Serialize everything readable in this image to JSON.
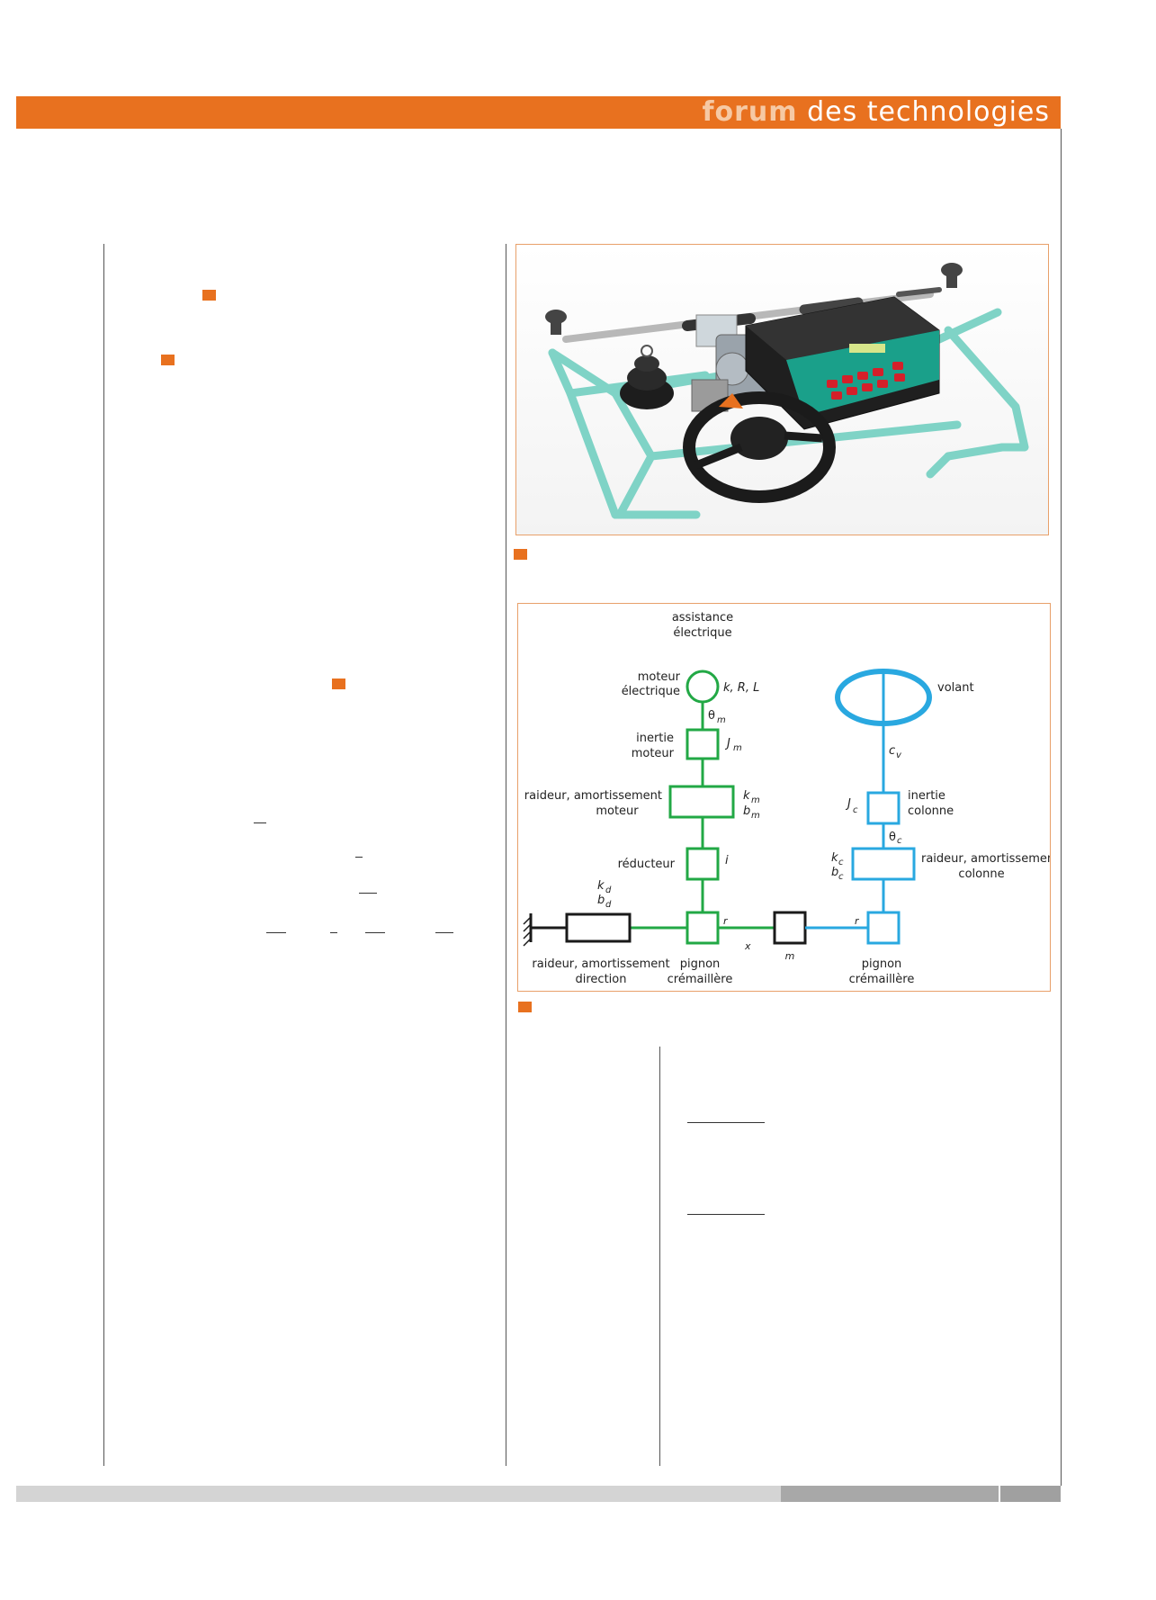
{
  "header": {
    "brand_highlight": "forum",
    "brand_rest": " des technologies",
    "accent_color": "#e8711f"
  },
  "photo": {
    "subject": "electric power steering test bench",
    "icon": "steering-bench-photo"
  },
  "diagram": {
    "assistance": [
      "assistance",
      "électrique"
    ],
    "motor": [
      "moteur",
      "électrique"
    ],
    "motor_params": "k, R, L",
    "theta_m": "θ",
    "theta_m_sub": "m",
    "inertia_motor": [
      "inertie",
      "moteur"
    ],
    "j_m": "J",
    "j_m_sub": "m",
    "stiffness_motor": [
      "raideur, amortissement",
      "moteur"
    ],
    "k_m": "k",
    "k_m_sub": "m",
    "b_m": "b",
    "b_m_sub": "m",
    "reducer": "réducteur",
    "i": "i",
    "k_d": "k",
    "k_d_sub": "d",
    "b_d": "b",
    "b_d_sub": "d",
    "r_left": "r",
    "x": "x",
    "m": "m",
    "r_right": "r",
    "stiffness_direction": [
      "raideur, amortissement",
      "direction"
    ],
    "pinion_left": [
      "pignon",
      "crémaillère"
    ],
    "pinion_right": [
      "pignon",
      "crémaillère"
    ],
    "wheel": "volant",
    "c_v": "c",
    "c_v_sub": "v",
    "j_c": "J",
    "j_c_sub": "c",
    "inertia_column": [
      "inertie",
      "colonne"
    ],
    "theta_c": "θ",
    "theta_c_sub": "c",
    "k_c": "k",
    "k_c_sub": "c",
    "b_c": "b",
    "b_c_sub": "c",
    "stiffness_column": [
      "raideur, amortissement",
      "colonne"
    ],
    "colors": {
      "motor_side": "#22a845",
      "column_side": "#29a8e0",
      "ground_side": "#1a1a1a"
    }
  }
}
